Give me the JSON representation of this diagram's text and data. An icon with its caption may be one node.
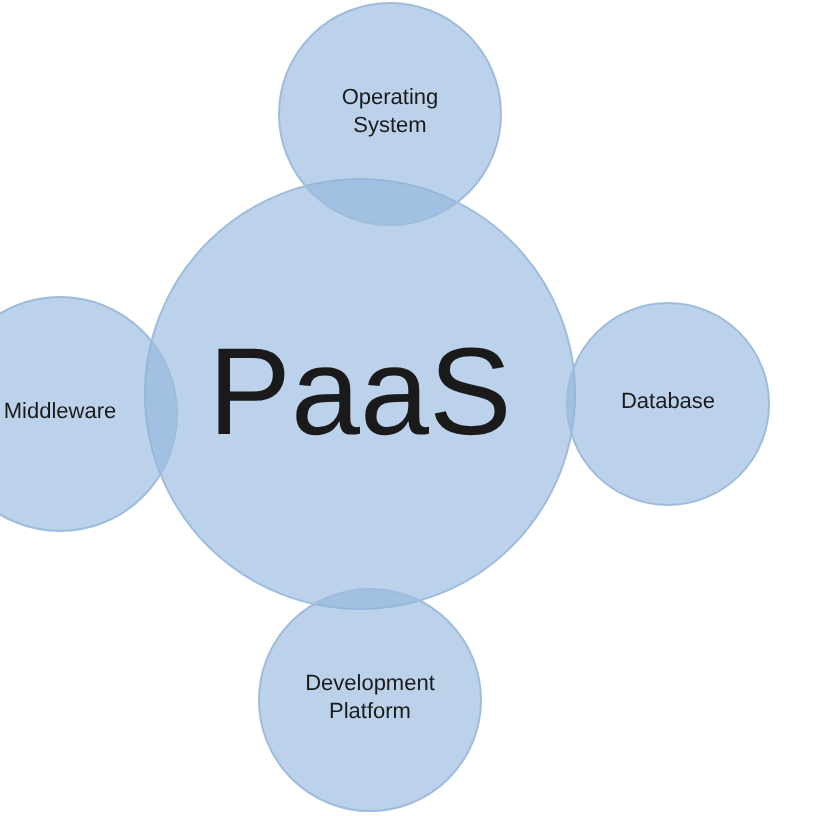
{
  "diagram": {
    "nodes": [
      {
        "text": [
          "PaaS"
        ]
      },
      {
        "text": [
          "Operating System"
        ]
      },
      {
        "text": [
          "Database"
        ]
      },
      {
        "text": [
          "Development Platform"
        ]
      },
      {
        "text": [
          "Middleware"
        ]
      }
    ]
  }
}
